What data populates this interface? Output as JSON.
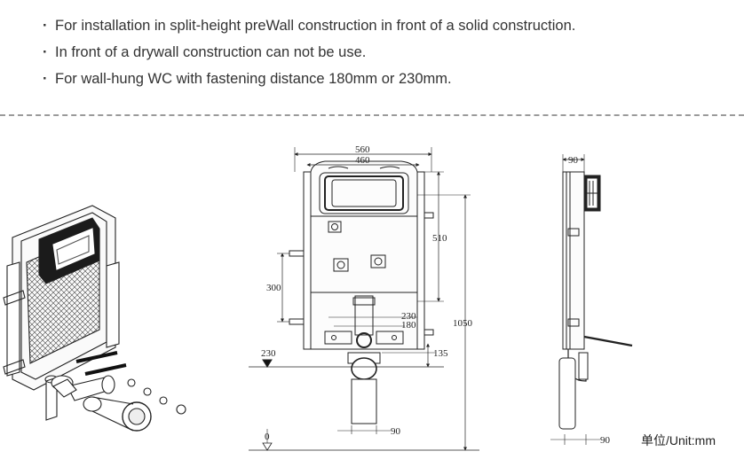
{
  "notes": [
    "For installation in split-height preWall construction in front of a solid construction.",
    "In front of a drywall construction can not be use.",
    "For wall-hung WC with fastening distance 180mm or 230mm."
  ],
  "bullet_symbol": "·",
  "dimensions": {
    "width_outer": "560",
    "width_inner": "460",
    "cistern_height": "510",
    "side_300": "300",
    "bolt_230": "230",
    "bolt_180": "180",
    "height_1050": "1050",
    "drain_135": "135",
    "floor_230": "230",
    "pipe_90": "90",
    "floor_0": "0",
    "side_depth_90": "90",
    "side_bottom_90": "90"
  },
  "unit_label": "单位/Unit:mm"
}
